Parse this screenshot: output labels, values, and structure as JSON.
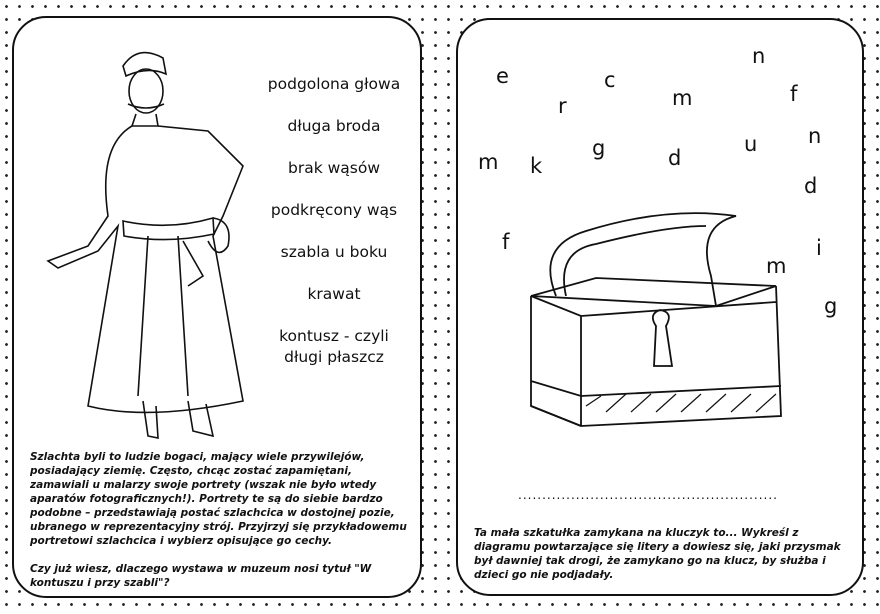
{
  "left_card": {
    "features": [
      "podgolona głowa",
      "długa broda",
      "brak wąsów",
      "podkręcony wąs",
      "szabla u boku",
      "krawat",
      "kontusz - czyli\ndługi płaszcz"
    ],
    "paragraph": "Szlachta byli to ludzie bogaci, mający wiele przywilejów, posiadający ziemię. Często, chcąc zostać zapamiętani, zamawiali u malarzy swoje portrety (wszak nie było wtedy aparatów fotograficznych!). Portrety te są do siebie bardzo podobne – przedstawiają postać szlachcica w dostojnej pozie, ubranego w reprezentacyjny strój. Przyjrzyj się przykładowemu portretowi szlachcica i wybierz opisujące go cechy.",
    "question": "Czy już wiesz, dlaczego wystawa w muzeum nosi tytuł \"W kontuszu i przy szabli\"?"
  },
  "right_card": {
    "letters": [
      "e",
      "c",
      "n",
      "r",
      "m",
      "f",
      "m",
      "k",
      "g",
      "d",
      "u",
      "n",
      "d",
      "f",
      "m",
      "i",
      "g"
    ],
    "answer_line": "......................................................",
    "paragraph": "Ta mała szkatułka zamykana na kluczyk to... Wykreśl z diagramu powtarzające się litery a dowiesz się, jaki przysmak był dawniej tak drogi, że zamykano go na klucz, by służba i dzieci go nie podjadały."
  }
}
